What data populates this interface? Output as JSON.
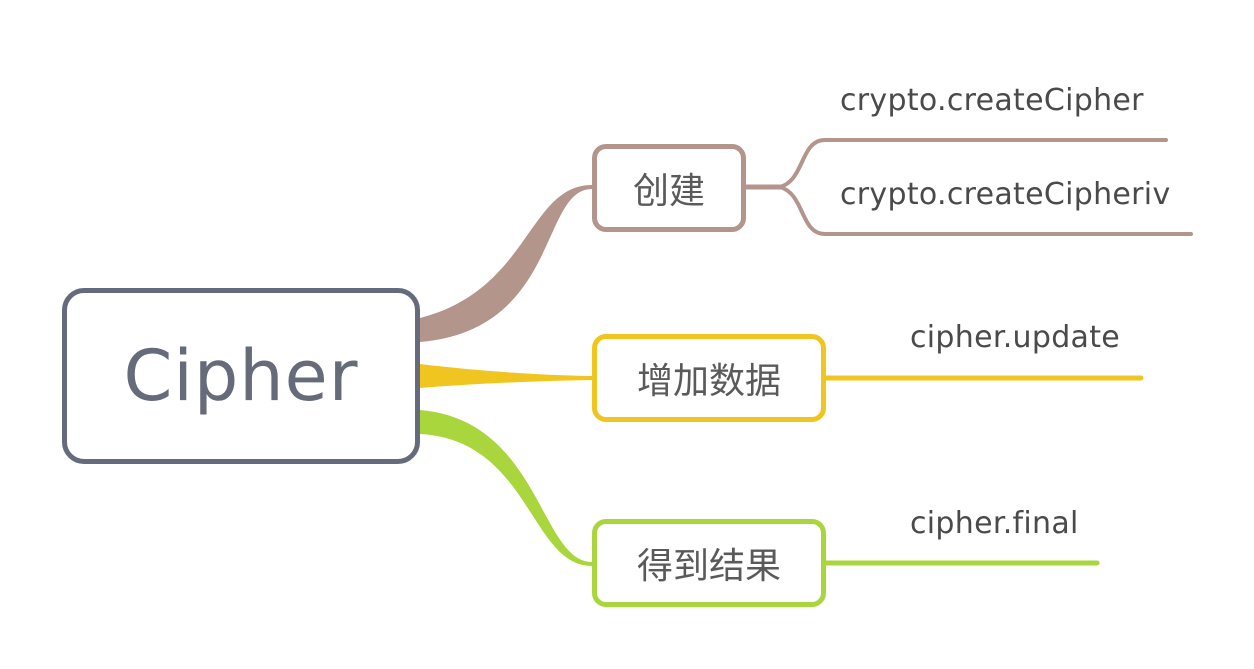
{
  "colors": {
    "root_border": "#656b7d",
    "create": "#b3958b",
    "update": "#f0c51f",
    "final": "#a8d63c"
  },
  "root": {
    "label": "Cipher"
  },
  "branches": [
    {
      "label": "创建",
      "children": [
        "crypto.createCipher",
        "crypto.createCipheriv"
      ]
    },
    {
      "label": "增加数据",
      "children": [
        "cipher.update"
      ]
    },
    {
      "label": "得到结果",
      "children": [
        "cipher.final"
      ]
    }
  ]
}
